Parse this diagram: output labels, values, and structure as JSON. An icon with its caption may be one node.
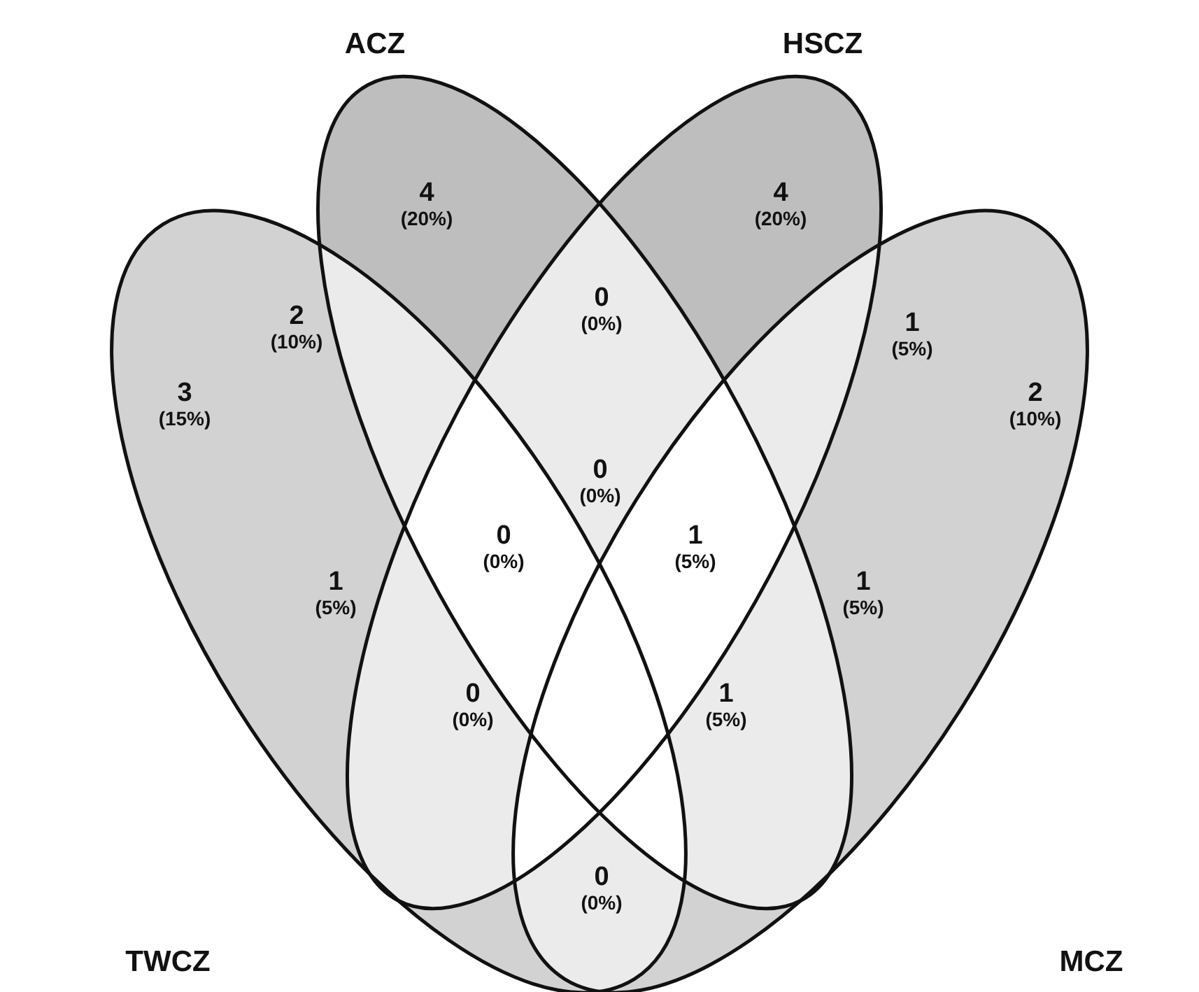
{
  "diagram": {
    "nodes": [
      {
        "text": [
          "TWCZ"
        ]
      },
      {
        "text": [
          "ACZ"
        ]
      },
      {
        "text": [
          "HSCZ"
        ]
      },
      {
        "text": [
          "MCZ"
        ]
      }
    ],
    "labels": [
      "4",
      "(20%)",
      "4",
      "(20%)",
      "0",
      "(0%)",
      "2",
      "(10%)",
      "1",
      "(5%)",
      "3",
      "(15%)",
      "2",
      "(10%)",
      "0",
      "(0%)",
      "1",
      "(5%)",
      "0",
      "(0%)",
      "1",
      "(5%)",
      "1",
      "(5%)",
      "0",
      "(0%)",
      "1",
      "(5%)",
      "0",
      "(0%)"
    ]
  }
}
